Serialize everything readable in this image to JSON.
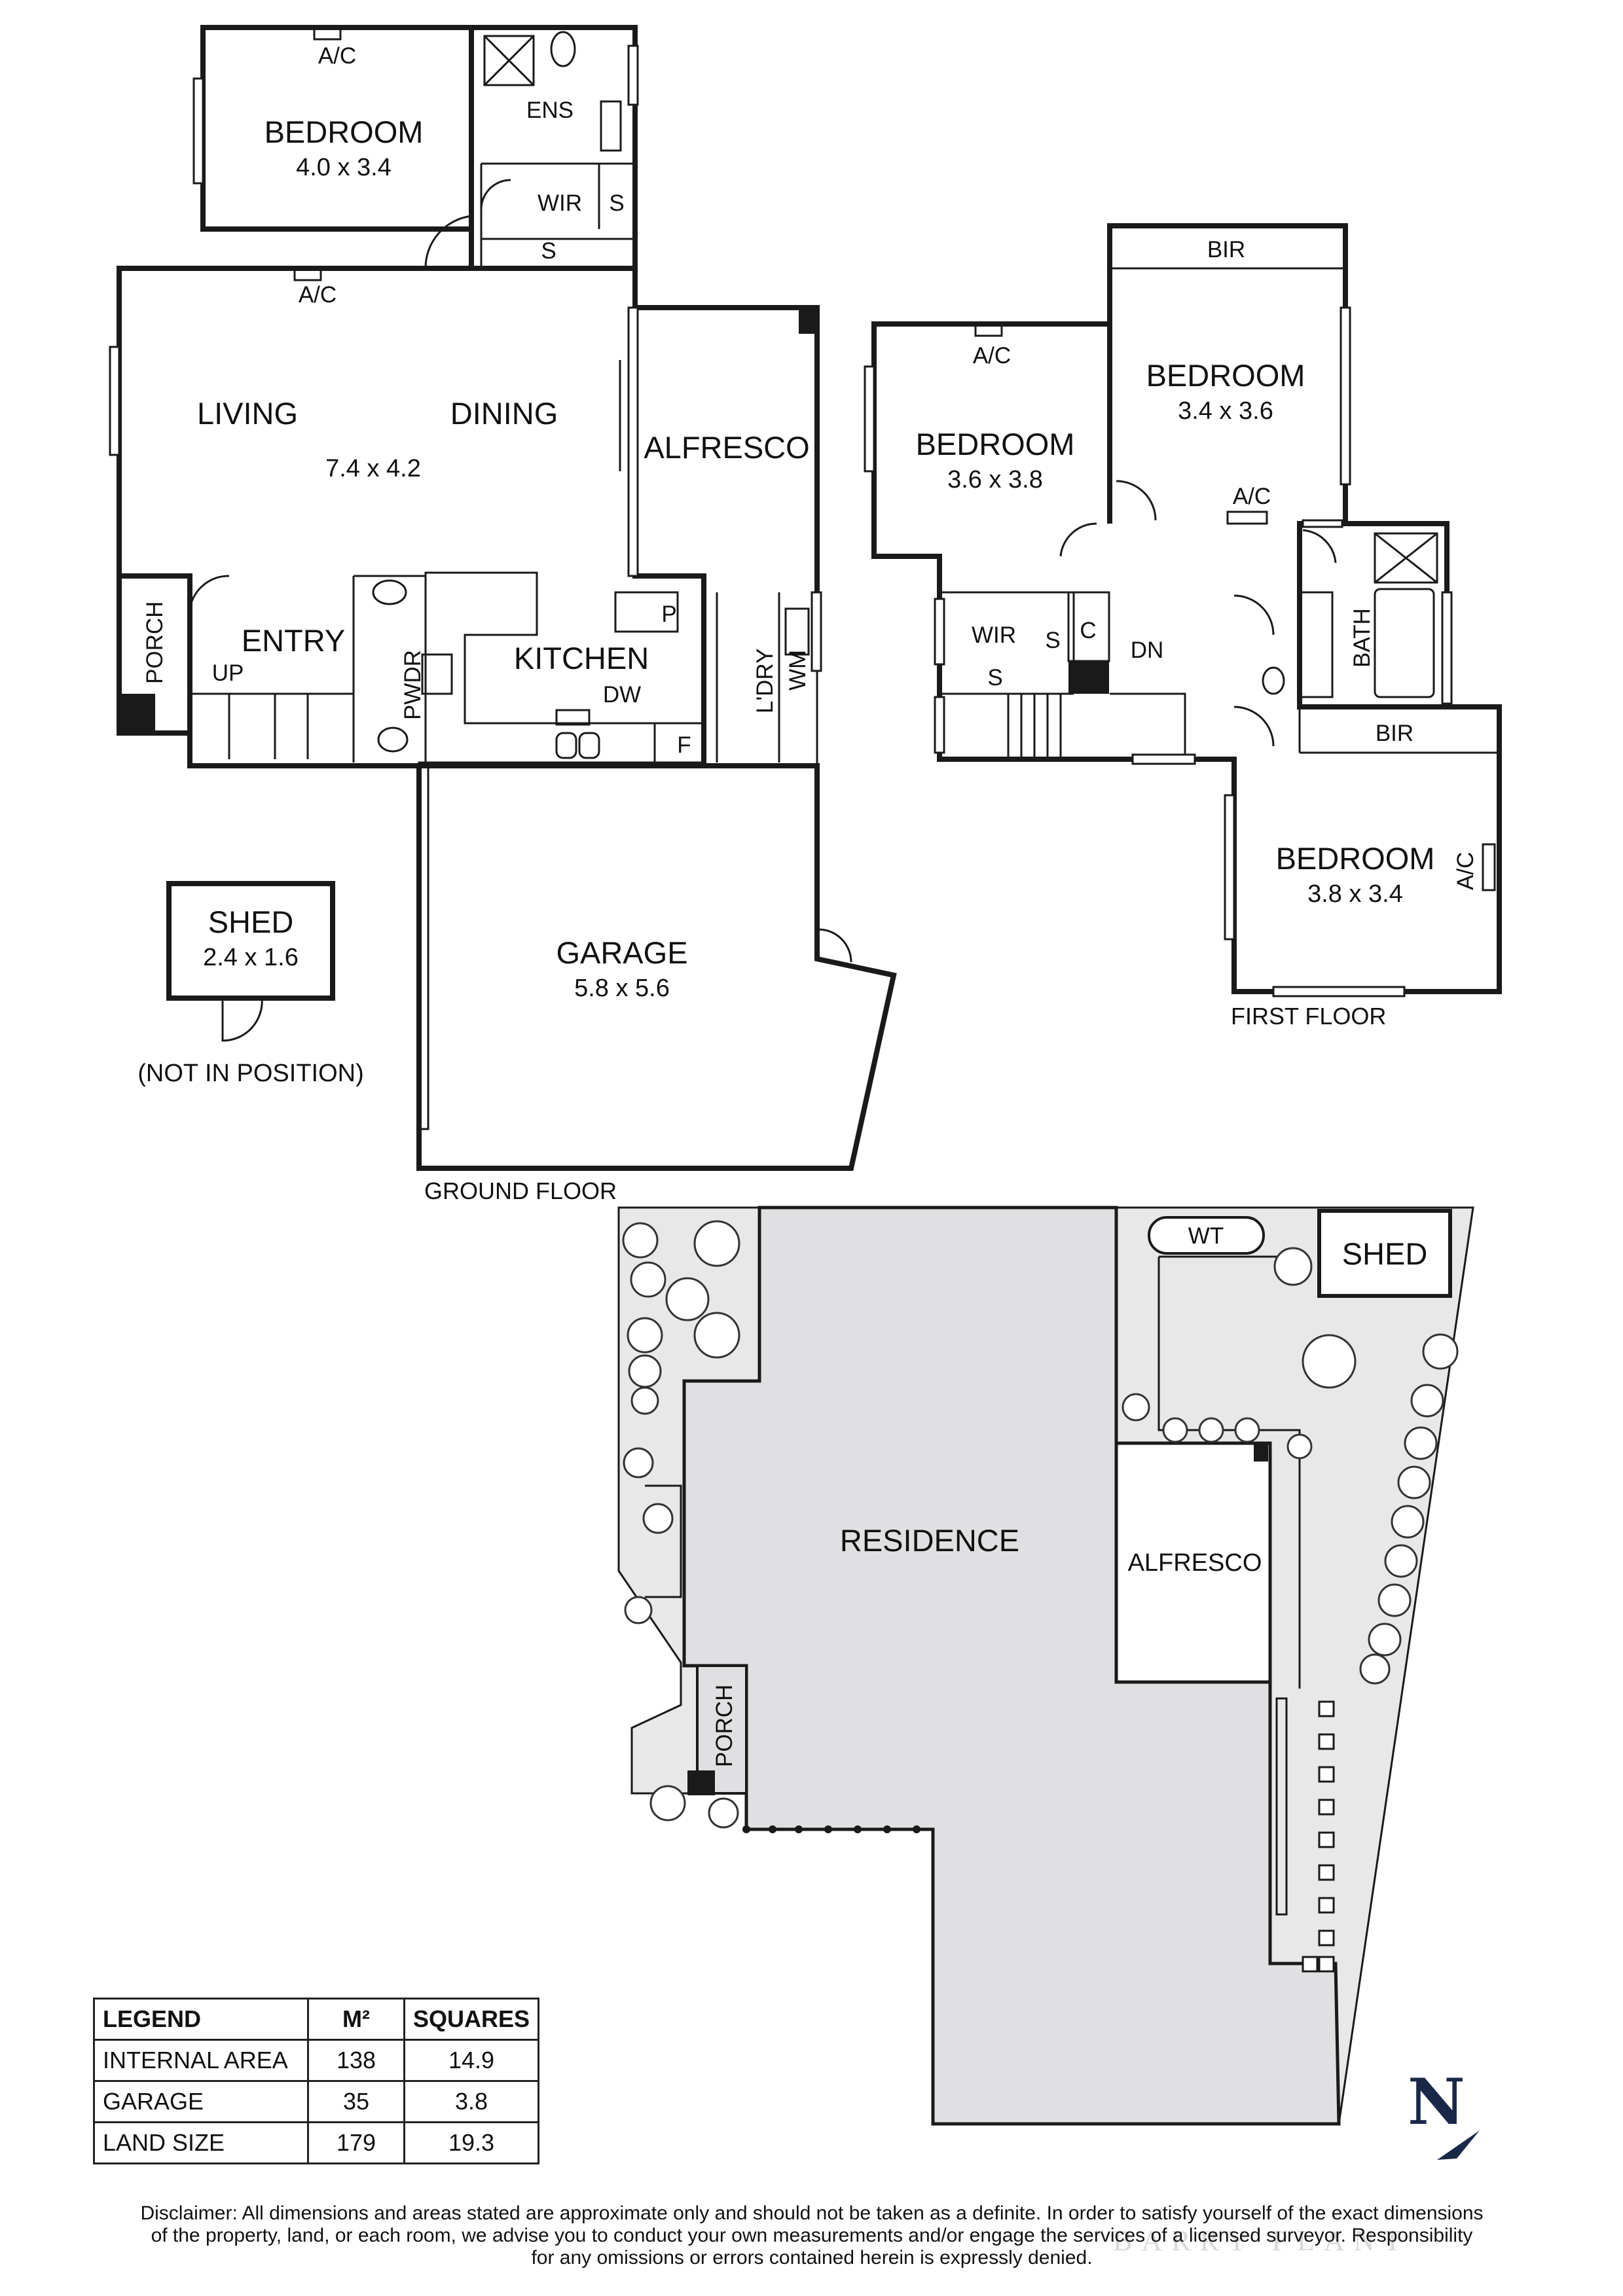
{
  "ground_floor": {
    "floor_label": "GROUND FLOOR",
    "bedroom": {
      "name": "BEDROOM",
      "size": "4.0 x 3.4"
    },
    "ensuite": "ENS",
    "wir": "WIR",
    "shelf_s": "S",
    "ac": "A/C",
    "living": "LIVING",
    "dining": "DINING",
    "living_size": "7.4 x 4.2",
    "alfresco": "ALFRESCO",
    "porch": "PORCH",
    "entry": "ENTRY",
    "up": "UP",
    "pwdr": "PWDR",
    "kitchen": "KITCHEN",
    "dw": "DW",
    "pantry": "P",
    "fridge": "F",
    "laundry": "L'DRY",
    "wm": "WM",
    "garage": {
      "name": "GARAGE",
      "size": "5.8 x 5.6"
    },
    "shed": {
      "name": "SHED",
      "size": "2.4 x 1.6",
      "note": "(NOT IN POSITION)"
    }
  },
  "first_floor": {
    "floor_label": "FIRST FLOOR",
    "bir": "BIR",
    "ac": "A/C",
    "bedroom_a": {
      "name": "BEDROOM",
      "size": "3.6 x 3.8"
    },
    "bedroom_b": {
      "name": "BEDROOM",
      "size": "3.4 x 3.6"
    },
    "bedroom_c": {
      "name": "BEDROOM",
      "size": "3.8 x 3.4"
    },
    "wir": "WIR",
    "shelf_s": "S",
    "cupboard": "C",
    "dn": "DN",
    "bath": "BATH"
  },
  "site_plan": {
    "residence": "RESIDENCE",
    "alfresco": "ALFRESCO",
    "porch": "PORCH",
    "wt": "WT",
    "shed": "SHED"
  },
  "legend": {
    "headers": [
      "LEGEND",
      "M²",
      "SQUARES"
    ],
    "rows": [
      [
        "INTERNAL AREA",
        "138",
        "14.9"
      ],
      [
        "GARAGE",
        "35",
        "3.8"
      ],
      [
        "LAND SIZE",
        "179",
        "19.3"
      ]
    ]
  },
  "compass": "N",
  "disclaimer": [
    "Disclaimer: All dimensions and areas stated are approximate only and should not be taken as a definite. In order to satisfy yourself of the exact dimensions",
    "of the property, land, or each room, we advise you to conduct your own measurements and/or engage the services of a licensed surveyor. Responsibility",
    "for any omissions or errors contained herein is expressly denied."
  ],
  "watermark": "BARRY PLANT",
  "colors": {
    "site_fill": "#e8e8e9",
    "residence_fill": "#e0e0e2",
    "compass": "#1a2848"
  }
}
